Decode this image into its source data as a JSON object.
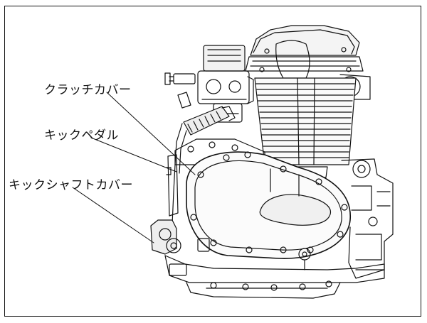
{
  "labels": {
    "clutch_cover": "クラッチカバー",
    "kick_pedal": "キックペダル",
    "kick_shaft_cover": "キックシャフトカバー"
  },
  "colors": {
    "ink": "#111111",
    "background": "#ffffff"
  }
}
